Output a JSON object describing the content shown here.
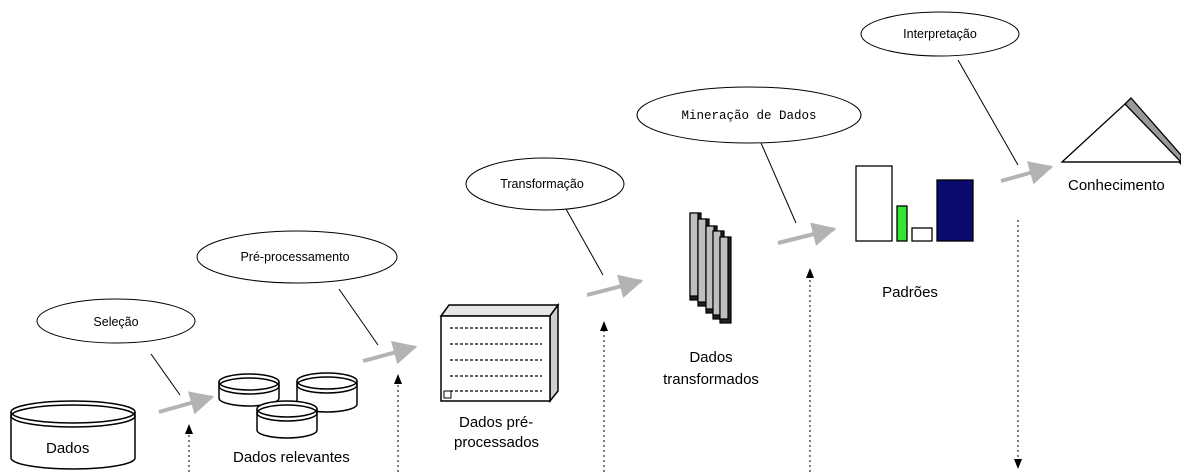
{
  "stages": {
    "dados": "Dados",
    "dados_relevantes": "Dados relevantes",
    "dados_pre_line1": "Dados pré-",
    "dados_pre_line2": "processados",
    "dados_trans_line1": "Dados",
    "dados_trans_line2": "transformados",
    "padroes": "Padrões",
    "conhecimento": "Conhecimento"
  },
  "steps": {
    "selecao": "Seleção",
    "pre_processamento": "Pré-processamento",
    "transformacao": "Transformação",
    "mineracao": "Mineração de Dados",
    "interpretacao": "Interpretação"
  },
  "colors": {
    "arrow": "#b3b3b3",
    "bar_green": "#33e633",
    "bar_navy": "#0a0a6e",
    "line": "#000000"
  },
  "icons": [
    "database-cylinder-icon",
    "database-cylinders-icon",
    "preprocessed-table-icon",
    "stacked-pages-icon",
    "bar-chart-icon",
    "triangle-knowledge-icon"
  ]
}
